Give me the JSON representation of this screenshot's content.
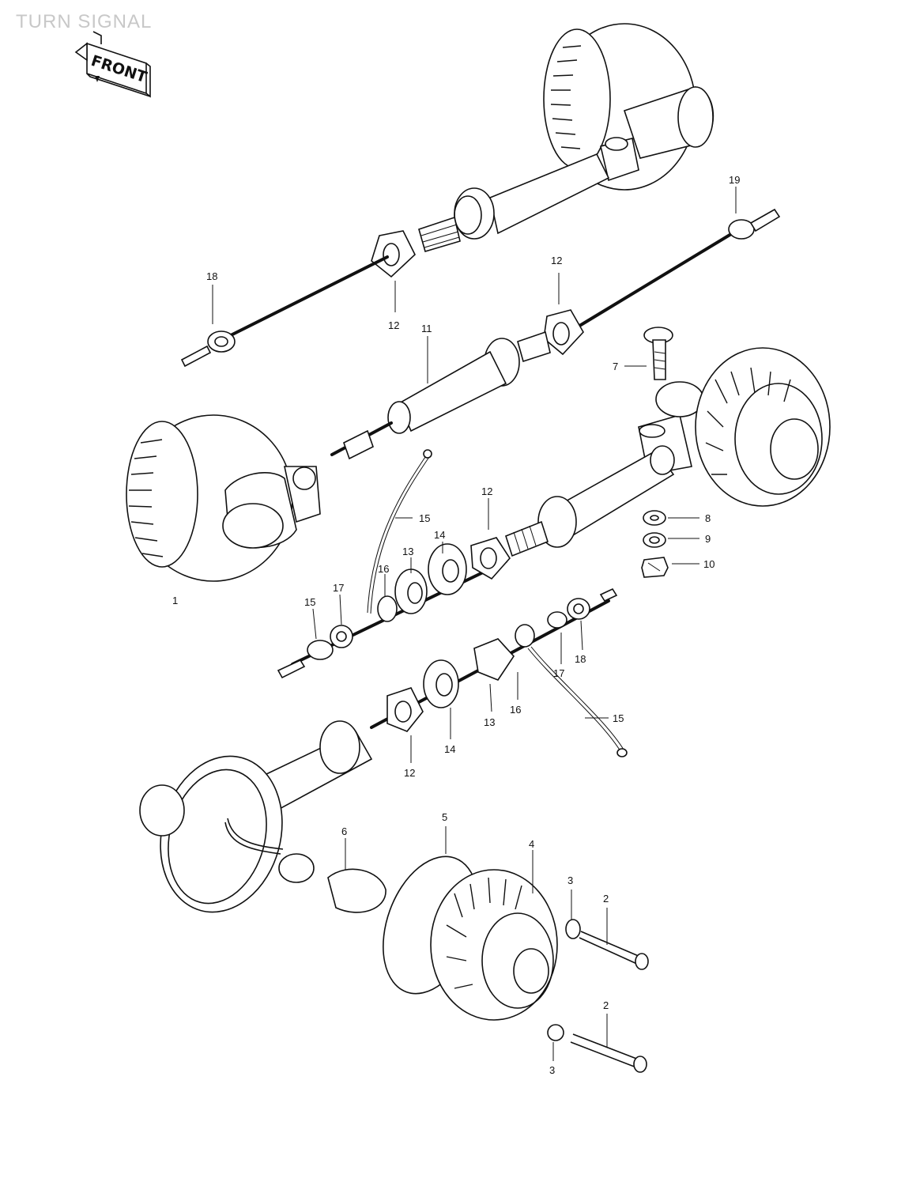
{
  "title": "TURN SIGNAL",
  "front_label": "FRONT",
  "callouts": [
    "18",
    "12",
    "11",
    "12",
    "19",
    "7",
    "15",
    "1",
    "12",
    "14",
    "13",
    "16",
    "17",
    "15",
    "8",
    "9",
    "10",
    "13",
    "14",
    "12",
    "16",
    "17",
    "18",
    "15",
    "5",
    "6",
    "4",
    "3",
    "2",
    "3",
    "2"
  ]
}
